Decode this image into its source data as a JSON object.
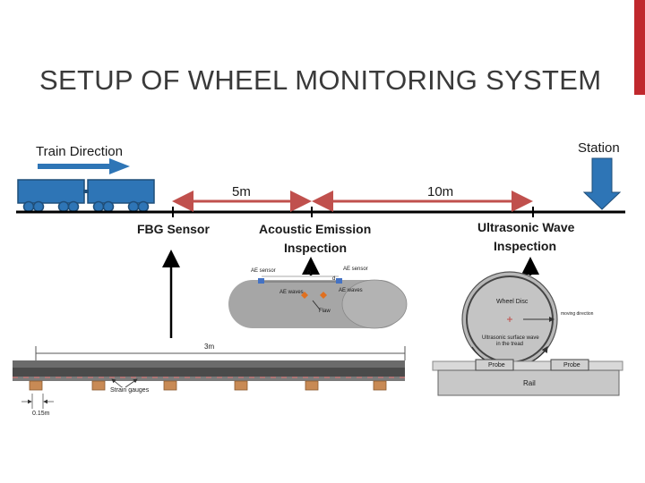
{
  "title": "SETUP OF WHEEL MONITORING SYSTEM",
  "labels": {
    "train_direction": "Train Direction",
    "station": "Station",
    "distance_5m": "5m",
    "distance_10m": "10m",
    "fbg_sensor": "FBG Sensor",
    "acoustic_line1": "Acoustic Emission",
    "acoustic_line2": "Inspection",
    "ultrasonic_line1": "Ultrasonic Wave",
    "ultrasonic_line2": "Inspection"
  },
  "ae_figure": {
    "sensor_left": "AE sensor",
    "sensor_right": "AE sensor",
    "d_upper": "D",
    "d_lower": "d",
    "waves_left": "AE waves",
    "waves_right": "AE waves",
    "flaw": "Flaw"
  },
  "us_figure": {
    "wheel_disc": "Wheel Disc",
    "moving_direction": "moving direction",
    "surface_wave_line1": "Ultrasonic surface wave",
    "surface_wave_line2": "in the tread",
    "probe_left": "Probe",
    "probe_right": "Probe",
    "rail": "Rail"
  },
  "fbg_figure": {
    "length": "3m",
    "strain_gauges": "Strain gauges",
    "spacing": "0.15m"
  },
  "colors": {
    "accent_red": "#c0282d",
    "train_blue": "#2e75b6",
    "dimension_red": "#c0504d",
    "arrow_blue": "#2e75b6"
  }
}
